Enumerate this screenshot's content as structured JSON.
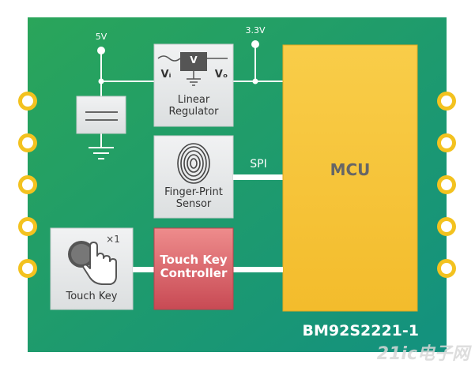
{
  "labels": {
    "v5": "5V",
    "v33": "3.3V",
    "reg_symbol": "V",
    "vin": "Vᵢ",
    "vout": "Vₒ",
    "regulator": "Linear Regulator",
    "spi": "SPI",
    "fingerprint": "Finger-Print Sensor",
    "mcu": "MCU",
    "touch_count": "×1",
    "touch_key": "Touch Key",
    "touch_controller": "Touch Key Controller",
    "part_number": "BM92S2221-1",
    "watermark": "21ic电子网"
  },
  "colors": {
    "pcb_top": "#2aa55a",
    "pcb_bottom": "#15937f",
    "mcu_fill": "#f8c63c",
    "touch_controller_fill": "#d25a62",
    "block_fill": "#e7e9ea",
    "pad_gold": "#f3c21f"
  }
}
